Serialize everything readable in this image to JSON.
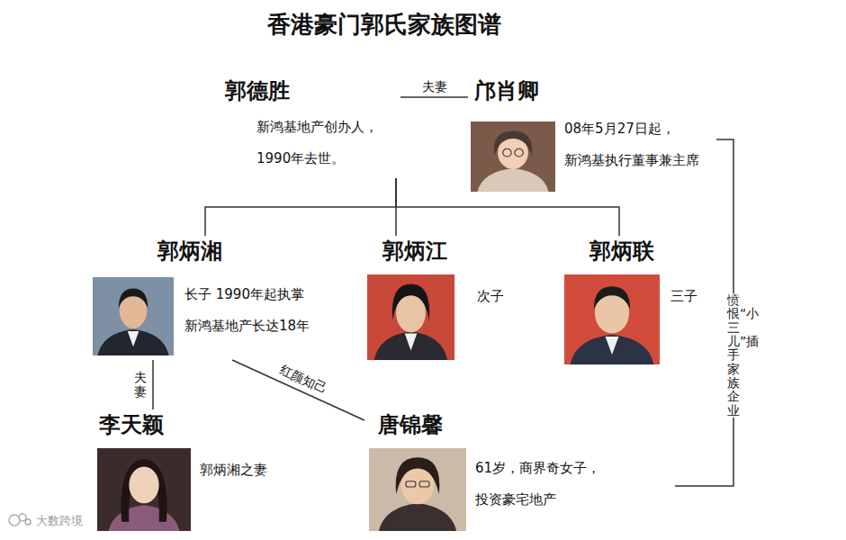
{
  "diagram": {
    "title": "香港豪门郭氏家族图谱",
    "nodes": [
      {
        "text": [
          "郭德胜",
          "新鸿基地产创办人， 1990年去世。"
        ]
      },
      {
        "text": [
          "邝肖卿",
          "08年5月27日起， 新鸿基执行董事兼主席"
        ]
      },
      {
        "text": [
          "郭炳湘",
          "长子 1990年起执掌 新鸿基地产长达18年"
        ]
      },
      {
        "text": [
          "郭炳江",
          "次子"
        ]
      },
      {
        "text": [
          "郭炳联",
          "三子"
        ]
      },
      {
        "text": [
          "李天颖",
          "郭炳湘之妻"
        ]
      },
      {
        "text": [
          "唐锦馨",
          "61岁，商界奇女子， 投资豪宅地产"
        ]
      }
    ],
    "edges": [
      {
        "from": 0,
        "to": 1,
        "arrow": "none",
        "label": "夫妻"
      },
      {
        "from": 0,
        "to": 2,
        "arrow": "none"
      },
      {
        "from": 0,
        "to": 3,
        "arrow": "none"
      },
      {
        "from": 0,
        "to": 4,
        "arrow": "none"
      },
      {
        "from": 2,
        "to": 5,
        "arrow": "none",
        "label": "夫妻"
      },
      {
        "from": 2,
        "to": 6,
        "arrow": "none",
        "label": "红颜知己"
      },
      {
        "from": 1,
        "to": 6,
        "arrow": "none",
        "label": "愤恨“小三儿”插手家族企业"
      }
    ],
    "labels": [
      "大数跨境"
    ]
  }
}
